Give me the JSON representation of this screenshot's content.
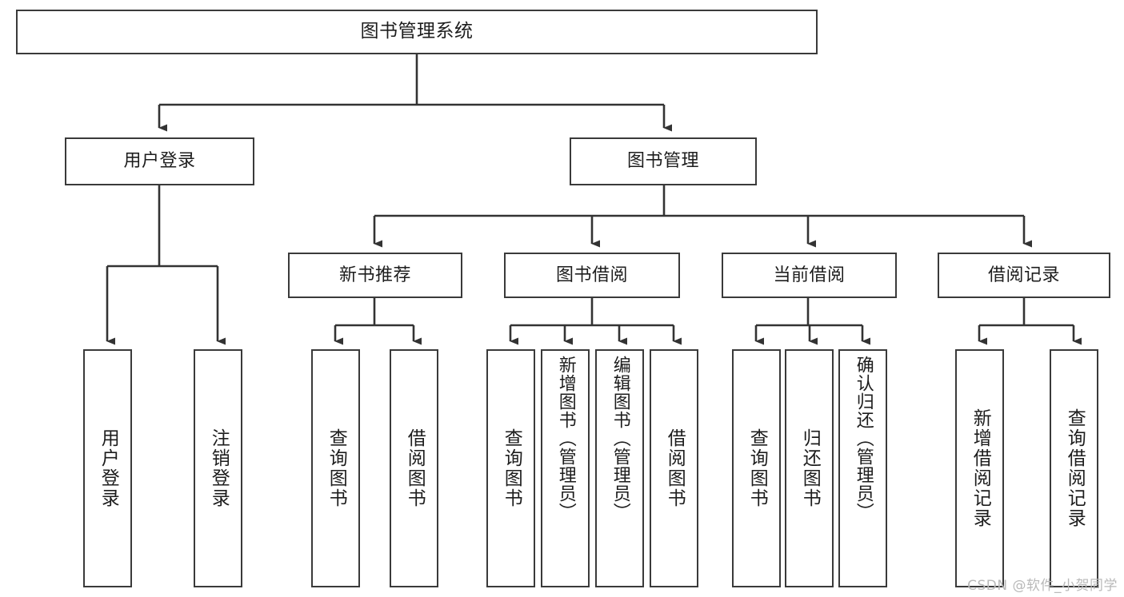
{
  "diagram": {
    "type": "tree-hierarchy-chart",
    "title": "图书管理系统",
    "watermark": "CSDN @软件_小贺同学",
    "colors": {
      "box_border": "#3a3a3a",
      "box_fill": "#ffffff",
      "connector": "#333333",
      "text": "#1d1d1d",
      "watermark": "#b9b9b9"
    },
    "levels": [
      {
        "level": 0,
        "nodes": [
          {
            "id": "root",
            "label": "图书管理系统",
            "orientation": "horizontal"
          }
        ]
      },
      {
        "level": 1,
        "nodes": [
          {
            "id": "user-login",
            "label": "用户登录",
            "orientation": "horizontal",
            "parent": "root"
          },
          {
            "id": "book-manage",
            "label": "图书管理",
            "orientation": "horizontal",
            "parent": "root"
          }
        ]
      },
      {
        "level": 2,
        "nodes": [
          {
            "id": "new-book-rec",
            "label": "新书推荐",
            "orientation": "horizontal",
            "parent": "book-manage"
          },
          {
            "id": "book-borrow",
            "label": "图书借阅",
            "orientation": "horizontal",
            "parent": "book-manage"
          },
          {
            "id": "current-borrow",
            "label": "当前借阅",
            "orientation": "horizontal",
            "parent": "book-manage"
          },
          {
            "id": "borrow-record",
            "label": "借阅记录",
            "orientation": "horizontal",
            "parent": "book-manage"
          }
        ]
      },
      {
        "level": 3,
        "nodes": [
          {
            "id": "leaf-user-login",
            "label": "用户登录",
            "orientation": "vertical",
            "parent": "user-login"
          },
          {
            "id": "leaf-user-logout",
            "label": "注销登录",
            "orientation": "vertical",
            "parent": "user-login"
          },
          {
            "id": "leaf-query-book-rec",
            "label": "查询图书",
            "orientation": "vertical",
            "parent": "new-book-rec"
          },
          {
            "id": "leaf-borrow-book-rec",
            "label": "借阅图书",
            "orientation": "vertical",
            "parent": "new-book-rec"
          },
          {
            "id": "leaf-query-book-borrow",
            "label": "查询图书",
            "orientation": "vertical",
            "parent": "book-borrow"
          },
          {
            "id": "leaf-add-book",
            "label": "新增图书（管理员）",
            "orientation": "vertical",
            "parent": "book-borrow"
          },
          {
            "id": "leaf-edit-book",
            "label": "编辑图书（管理员）",
            "orientation": "vertical",
            "parent": "book-borrow"
          },
          {
            "id": "leaf-borrow-book",
            "label": "借阅图书",
            "orientation": "vertical",
            "parent": "book-borrow"
          },
          {
            "id": "leaf-query-book-current",
            "label": "查询图书",
            "orientation": "vertical",
            "parent": "current-borrow"
          },
          {
            "id": "leaf-return-book",
            "label": "归还图书",
            "orientation": "vertical",
            "parent": "current-borrow"
          },
          {
            "id": "leaf-confirm-return",
            "label": "确认归还（管理员）",
            "orientation": "vertical",
            "parent": "current-borrow"
          },
          {
            "id": "leaf-add-record",
            "label": "新增借阅记录",
            "orientation": "vertical",
            "parent": "borrow-record"
          },
          {
            "id": "leaf-query-record",
            "label": "查询借阅记录",
            "orientation": "vertical",
            "parent": "borrow-record"
          }
        ]
      }
    ]
  }
}
